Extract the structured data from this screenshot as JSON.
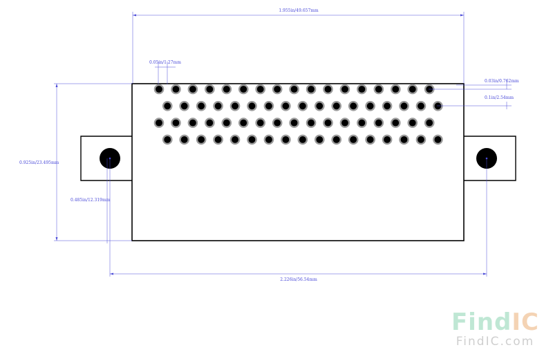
{
  "dimensions": {
    "overall_width": "1.955in/49.657mm",
    "pin_pitch": "0.05in/1.27mm",
    "row_stagger": "0.03in/0.762mm",
    "row_pitch": "0.1in/2.54mm",
    "overall_height": "0.925in/23.495mm",
    "mount_offset": "0.485in/12.319mm",
    "mount_spacing": "2.226in/56.54mm"
  },
  "pins": {
    "rows": [
      {
        "count": 17,
        "offset": 0
      },
      {
        "count": 17,
        "offset": 0.5
      },
      {
        "count": 17,
        "offset": 0
      },
      {
        "count": 17,
        "offset": 0.5
      }
    ]
  },
  "colors": {
    "outline": "#000000",
    "dimension": "#4a4ad8",
    "pad_ring": "#9a9a9a",
    "pad_core": "#000000",
    "logo_top": "#bfe7d4",
    "logo_right": "#f4d3b4",
    "logo_bottom": "#cfcfcf"
  },
  "logo": {
    "word_left": "Find",
    "word_right": "IC",
    "domain": "FindIC.com"
  }
}
